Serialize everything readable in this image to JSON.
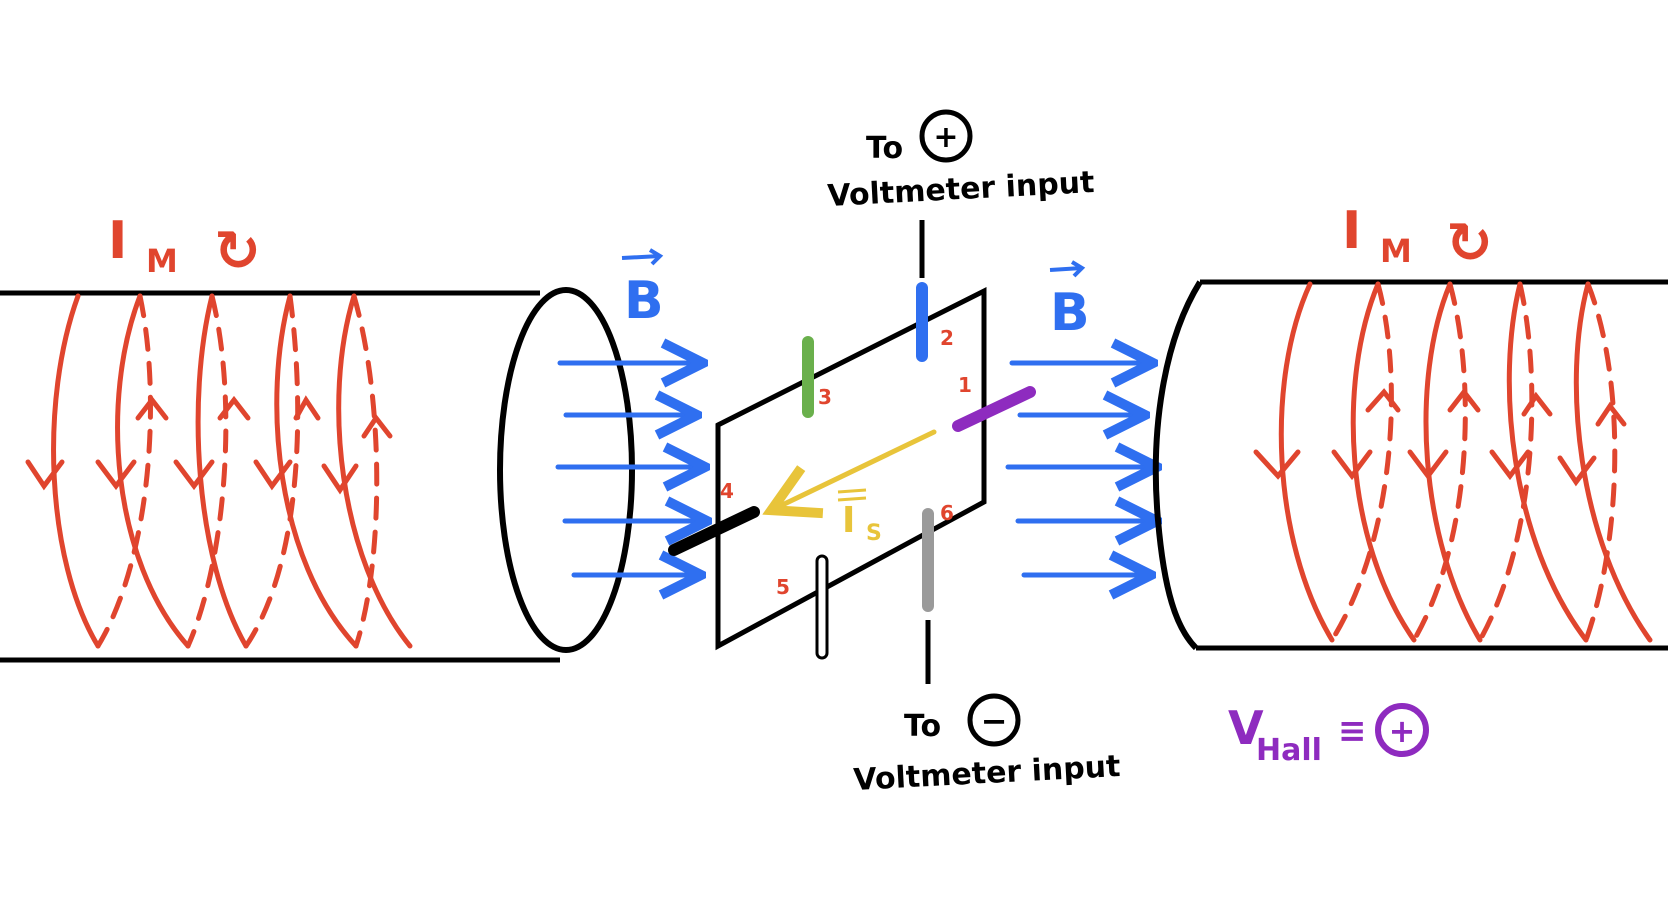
{
  "colors": {
    "field": "#2f6ff0",
    "coil": "#e0452e",
    "current": "#e8c43a",
    "hall": "#8e2bbf",
    "ink": "#000000",
    "contact3": "#6ab04c",
    "contact6": "#9a9a9a"
  },
  "left_coil": {
    "current_symbol": "I",
    "current_subscript": "M",
    "rotation_glyph": "↻"
  },
  "right_coil": {
    "current_symbol": "I",
    "current_subscript": "M",
    "rotation_glyph": "↻"
  },
  "field_label_left": "B",
  "field_label_right": "B",
  "top_lead": {
    "line1": "To",
    "sign": "+",
    "line2": "Voltmeter input"
  },
  "bottom_lead": {
    "line1": "To",
    "sign": "−",
    "line2": "Voltmeter input"
  },
  "sample_current": {
    "symbol": "I",
    "subscript": "S"
  },
  "contacts": [
    {
      "number": "1"
    },
    {
      "number": "2"
    },
    {
      "number": "3"
    },
    {
      "number": "4"
    },
    {
      "number": "5"
    },
    {
      "number": "6"
    }
  ],
  "hall_note": {
    "symbol": "V",
    "subscript": "Hall",
    "relation": "≡",
    "sign": "+"
  }
}
